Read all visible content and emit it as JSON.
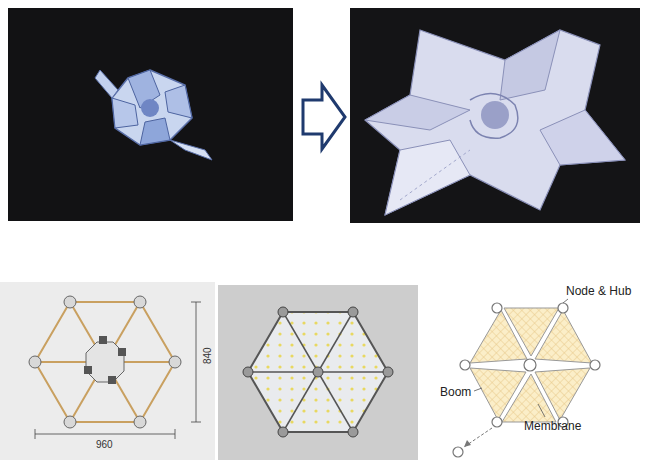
{
  "diagram": {
    "labels": [
      "840",
      "960",
      "Node & Hub",
      "Boom",
      "Membrane"
    ]
  }
}
